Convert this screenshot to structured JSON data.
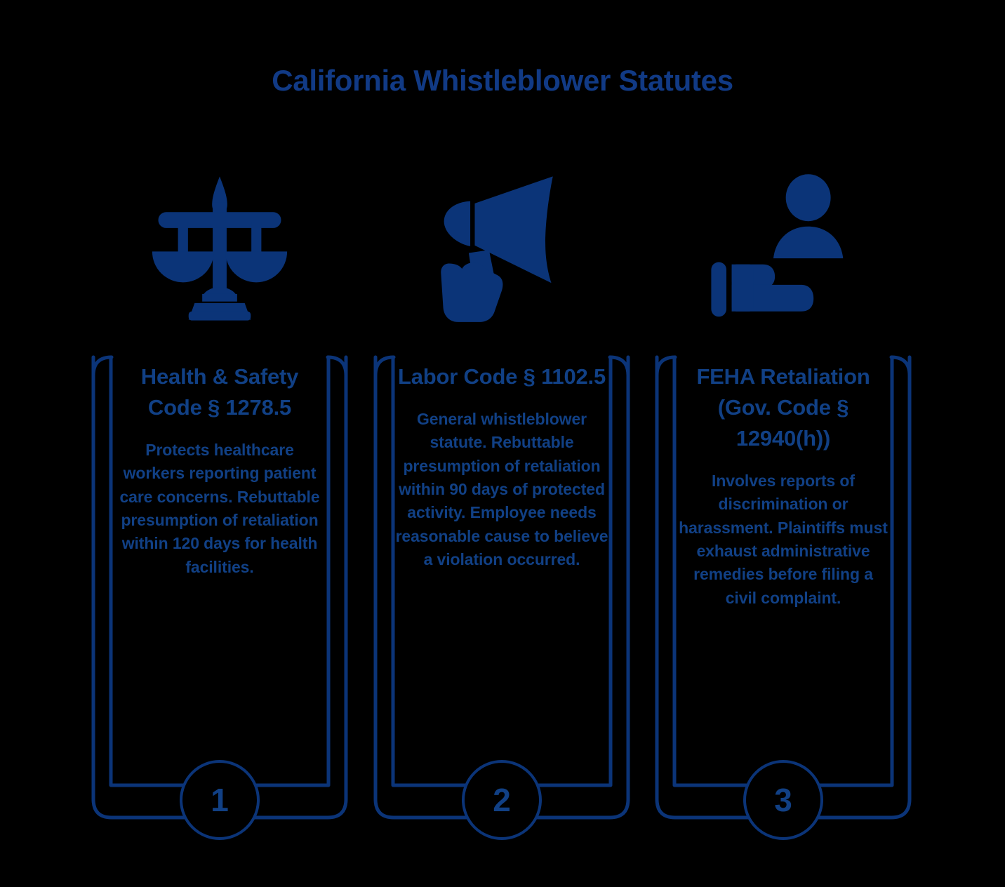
{
  "page": {
    "title": "California Whistleblower Statutes",
    "background_color": "#000000",
    "accent_color": "#0B3478",
    "text_color": "#114085"
  },
  "cards": [
    {
      "number": "1",
      "icon": "scales-of-justice-icon",
      "heading": "Health & Safety Code § 1278.5",
      "body": "Protects healthcare workers reporting patient care concerns. Rebuttable presumption of retaliation within 120 days for health facilities."
    },
    {
      "number": "2",
      "icon": "megaphone-icon",
      "heading": "Labor Code § 1102.5",
      "body": "General whistleblower statute. Rebuttable presumption of retaliation within 90 days of protected activity. Employee needs reasonable cause to believe a violation occurred."
    },
    {
      "number": "3",
      "icon": "person-with-document-icon",
      "heading": "FEHA Retaliation (Gov. Code § 12940(h))",
      "body": "Involves reports of discrimination or harassment. Plaintiffs must exhaust administrative remedies before filing a civil complaint."
    }
  ]
}
